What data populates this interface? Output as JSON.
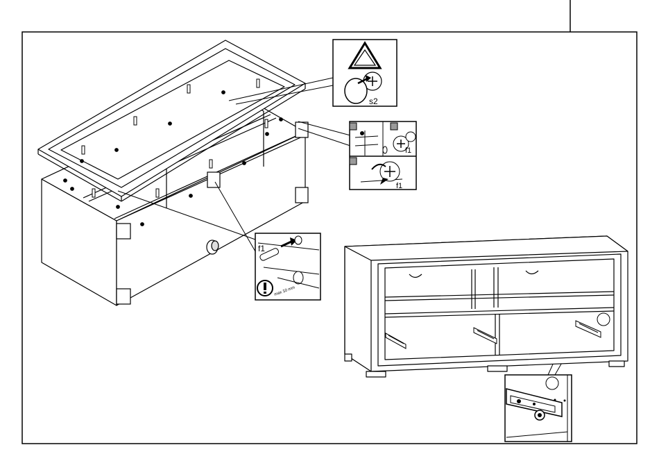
{
  "callouts": {
    "cam_label_top": "s2",
    "cam_label_mid_upper": "f1",
    "cam_label_mid_lower": "f1",
    "dowel_label": "f1",
    "depth_note": "max 10 mm"
  },
  "colors": {
    "line": "#000000",
    "panel_fill": "#ffffff",
    "gray_fill": "#9a9a9a",
    "light_gray": "#d0d0d0"
  }
}
